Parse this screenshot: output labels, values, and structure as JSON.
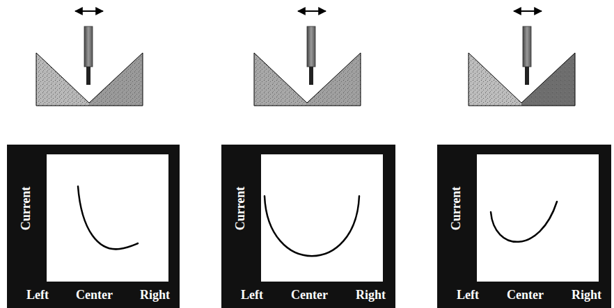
{
  "diagram": {
    "nodes": [
      {
        "text": [
          "Current",
          "Left",
          "Center",
          "Right"
        ]
      },
      {
        "text": [
          "Current",
          "Left",
          "Center",
          "Right"
        ]
      },
      {
        "text": [
          "Current",
          "Left",
          "Center",
          "Right"
        ]
      }
    ]
  }
}
